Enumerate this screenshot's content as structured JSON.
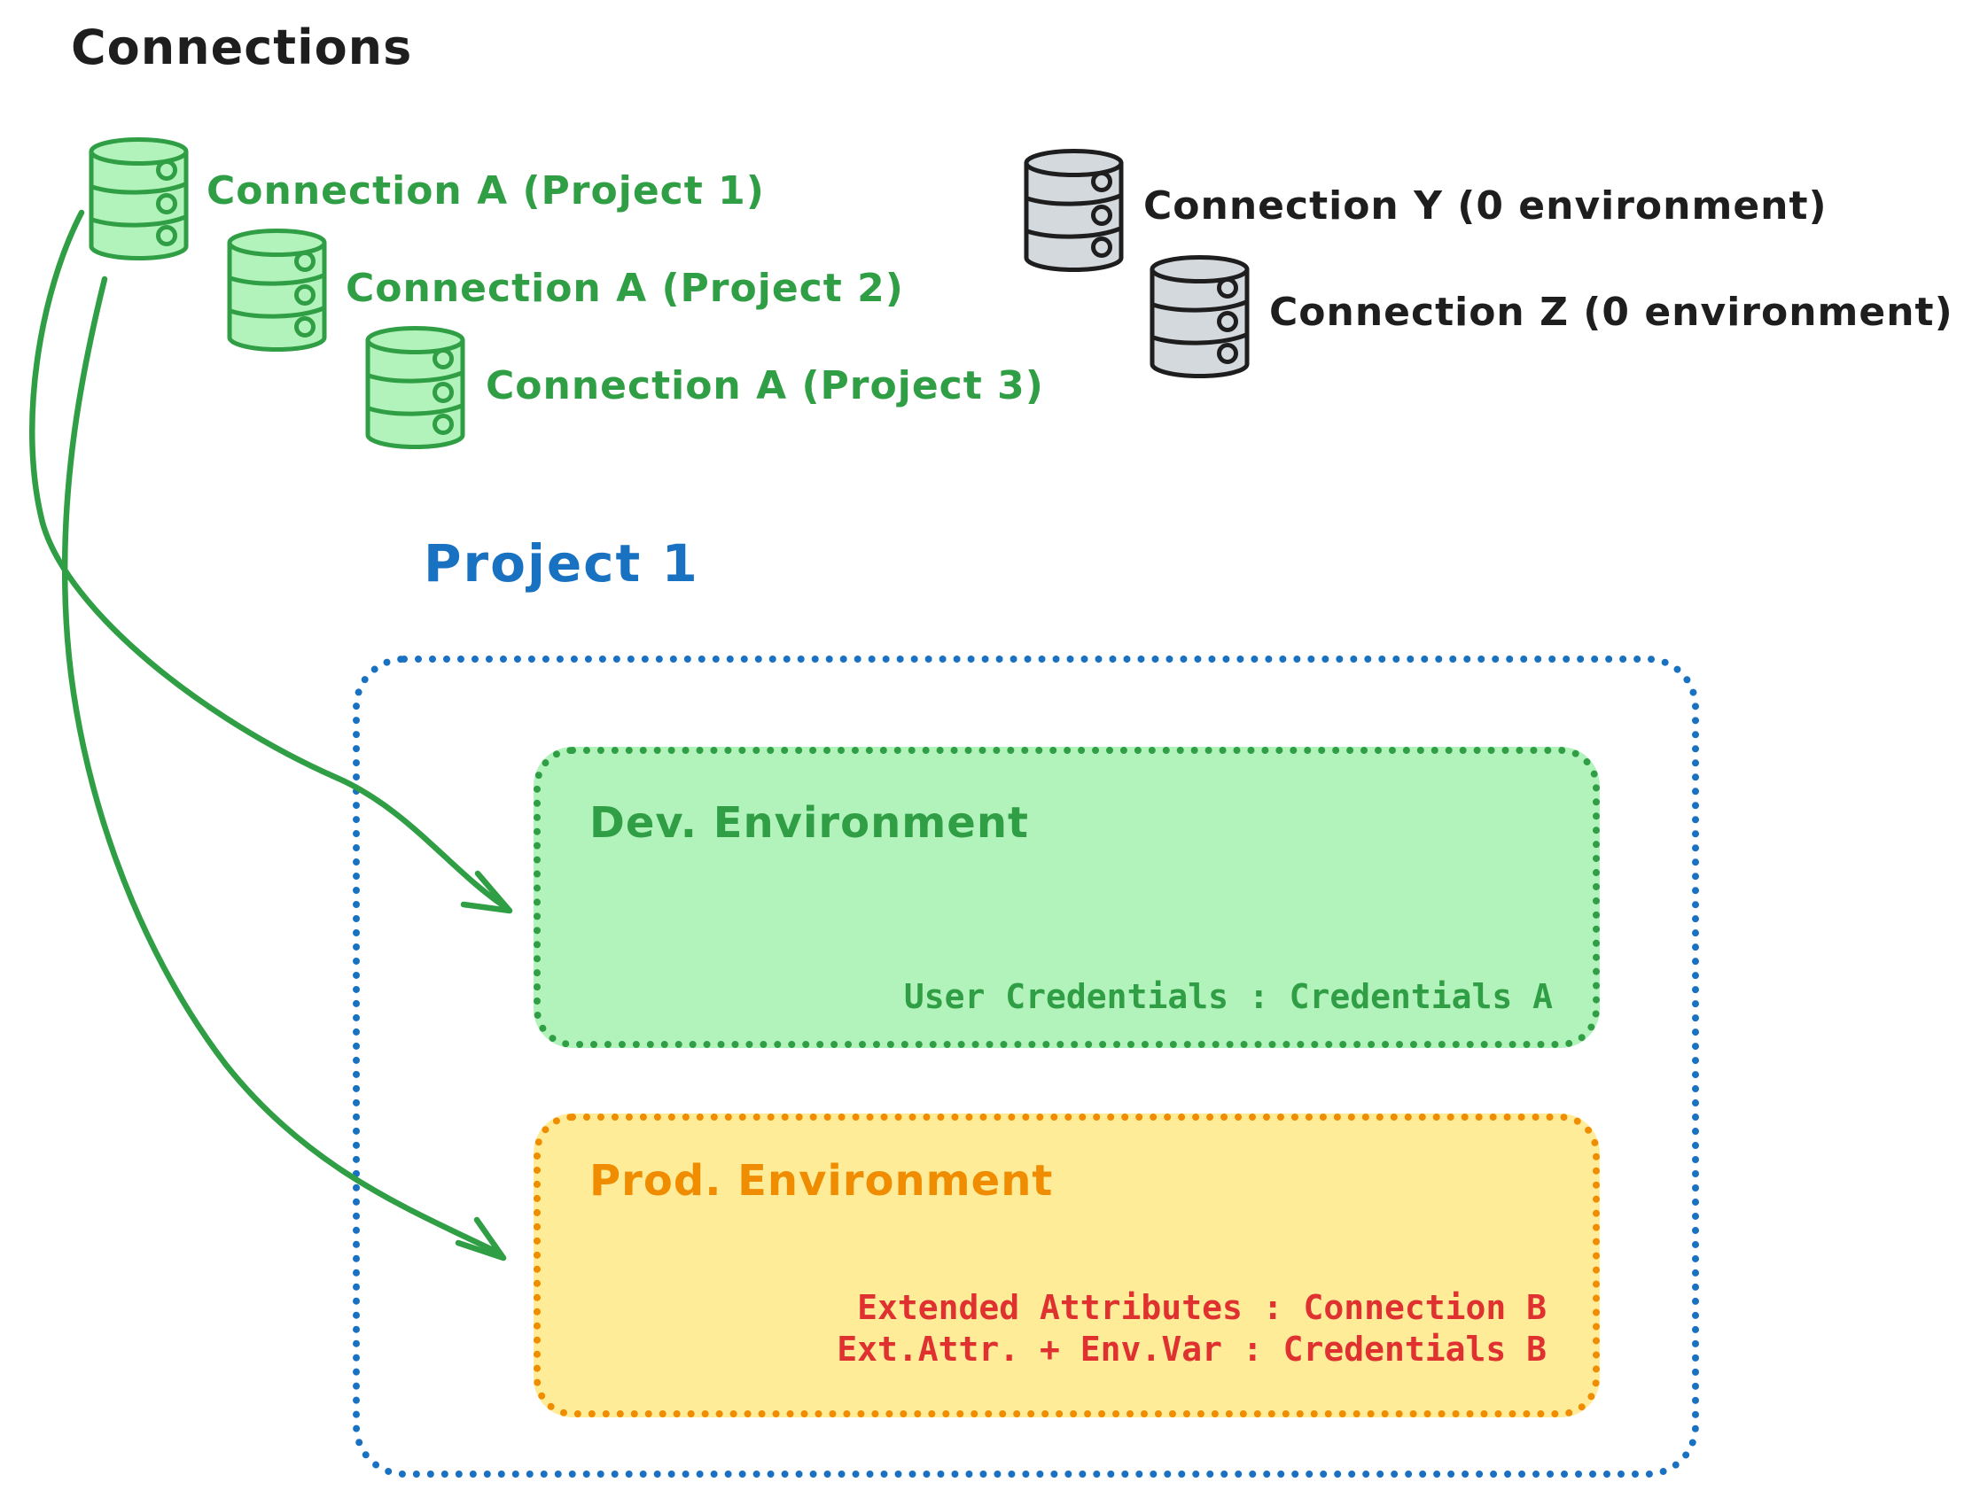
{
  "title": "Connections",
  "colors": {
    "ink": "#1e1e1e",
    "green": "#2f9e44",
    "green-fill": "#b2f2bb",
    "gray-fill": "#d4d9de",
    "blue": "#1971c2",
    "orange": "#f08c00",
    "yellow-fill": "#ffec99",
    "red": "#e03131",
    "bg": "#ffffff"
  },
  "icons": {
    "green_connection": "database-icon",
    "gray_connection": "database-icon",
    "link": "curved-arrow-icon"
  },
  "connections_green": [
    {
      "label": "Connection A (Project 1)"
    },
    {
      "label": "Connection A (Project 2)"
    },
    {
      "label": "Connection A (Project 3)"
    }
  ],
  "connections_gray": [
    {
      "label": "Connection Y (0 environment)"
    },
    {
      "label": "Connection Z (0 environment)"
    }
  ],
  "project": {
    "heading": "Project 1",
    "dev": {
      "title": "Dev. Environment",
      "credentials": "User Credentials : Credentials A"
    },
    "prod": {
      "title": "Prod. Environment",
      "mapping_line1": "Extended Attributes : Connection B",
      "mapping_line2": "Ext.Attr. + Env.Var : Credentials B"
    }
  }
}
